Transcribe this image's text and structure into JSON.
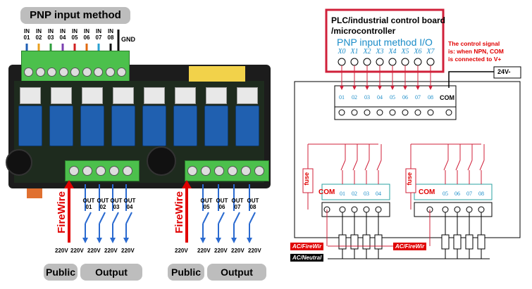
{
  "left": {
    "title": "PNP input method",
    "gnd": "GND",
    "inputs": [
      "IN 01",
      "IN 02",
      "IN 03",
      "IN 04",
      "IN 05",
      "IN 06",
      "IN 07",
      "IN 08"
    ],
    "wire_colors": [
      "#1f5fb4",
      "#e8a020",
      "#2e9e3c",
      "#7a3fb0",
      "#d02020",
      "#e06a10",
      "#2aa0d0",
      "#111111"
    ],
    "outputs": [
      "OUT 01",
      "OUT 02",
      "OUT 03",
      "OUT 04",
      "OUT 05",
      "OUT 06",
      "OUT 07",
      "OUT 08"
    ],
    "firewire": "FireWire",
    "voltage": "220V",
    "public_label": "Public",
    "output_label": "Output"
  },
  "right": {
    "plc_title_1": "PLC/industrial control board",
    "plc_title_2": "/microcontroller",
    "method": "PNP input method I/O",
    "x_labels": [
      "X0",
      "X1",
      "X2",
      "X3",
      "X4",
      "X5",
      "X6",
      "X7"
    ],
    "note_1": "The control signal",
    "note_2": "is: when NPN, COM",
    "note_3": "is connected to V+",
    "v24": "24V-",
    "terminals": [
      "01",
      "02",
      "03",
      "04",
      "05",
      "06",
      "07",
      "08"
    ],
    "com": "COM",
    "fuse": "fuse",
    "group1": [
      "01",
      "02",
      "03",
      "04"
    ],
    "group2": [
      "05",
      "06",
      "07",
      "08"
    ],
    "ac_fire": "AC/FireWir",
    "ac_neutral": "AC/Neutral"
  }
}
